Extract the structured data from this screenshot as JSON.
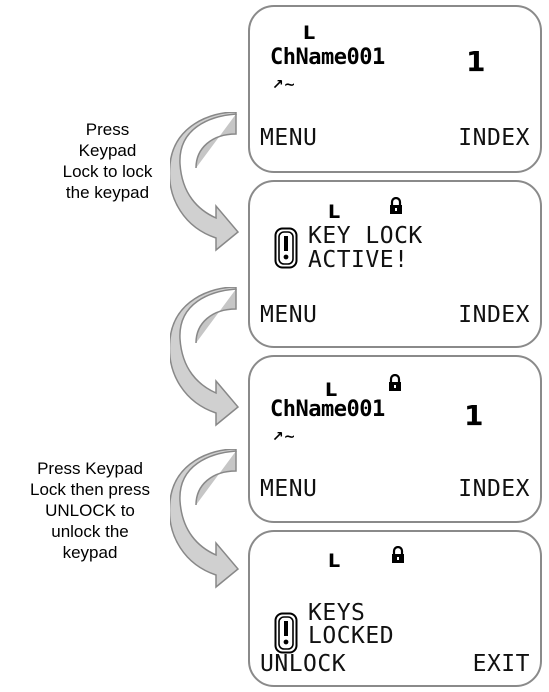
{
  "captions": {
    "lock": [
      "Press",
      "Keypad",
      "Lock to lock",
      "the keypad"
    ],
    "unlock": [
      "Press Keypad",
      "Lock then press",
      "UNLOCK to",
      "unlock the",
      "keypad"
    ]
  },
  "screens": {
    "home": {
      "mode_letter": "L",
      "channel_name": "ChName001",
      "channel_number": "1",
      "signal": "↗∼",
      "softkey_left": "MENU",
      "softkey_right": "INDEX"
    },
    "key_lock_active": {
      "mode_letter": "L",
      "lock_symbol": "🔒",
      "message_line1": "KEY LOCK",
      "message_line2": "ACTIVE!",
      "softkey_left": "MENU",
      "softkey_right": "INDEX"
    },
    "home_locked": {
      "mode_letter": "L",
      "lock_symbol": "🔒",
      "channel_name": "ChName001",
      "channel_number": "1",
      "signal": "↗∼",
      "softkey_left": "MENU",
      "softkey_right": "INDEX"
    },
    "keys_locked": {
      "mode_letter": "L",
      "lock_symbol": "🔒",
      "message_line1": "KEYS",
      "message_line2": "LOCKED",
      "softkey_left": "UNLOCK",
      "softkey_right": "EXIT"
    }
  }
}
